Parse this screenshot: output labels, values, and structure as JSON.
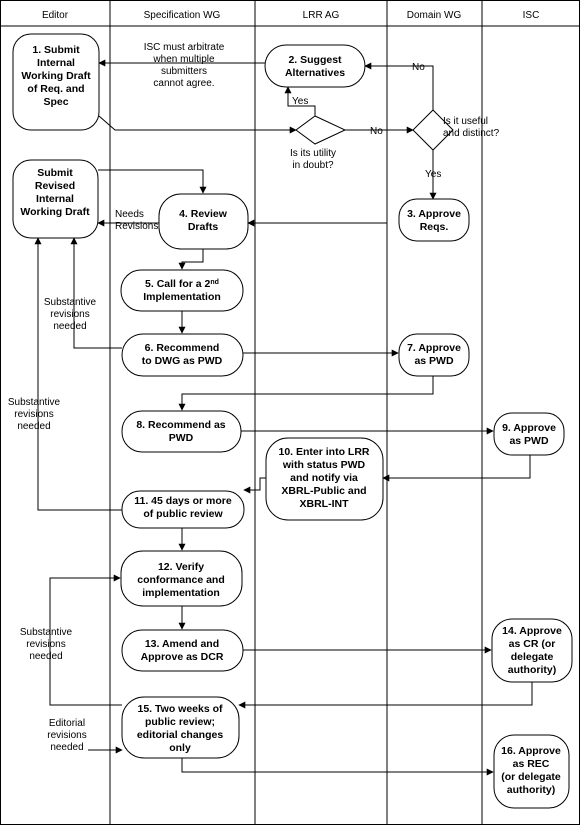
{
  "lanes": [
    "Editor",
    "Specification WG",
    "LRR AG",
    "Domain WG",
    "ISC"
  ],
  "steps": {
    "s1": [
      "1. Submit",
      "Internal",
      "Working Draft",
      "of Req. and",
      "Spec"
    ],
    "s2": [
      "2. Suggest",
      "Alternatives"
    ],
    "s3": [
      "3. Approve",
      "Reqs."
    ],
    "s4": [
      "4. Review",
      "Drafts"
    ],
    "s5": [
      "5. Call for a 2nd",
      "Implementation"
    ],
    "s6": [
      "6. Recommend",
      "to DWG as PWD"
    ],
    "s7": [
      "7. Approve",
      "as PWD"
    ],
    "s8": [
      "8. Recommend as",
      "PWD"
    ],
    "s9": [
      "9. Approve",
      "as PWD"
    ],
    "s10": [
      "10. Enter into LRR",
      "with status PWD",
      "and notify via",
      "XBRL-Public and",
      "XBRL-INT"
    ],
    "s11": [
      "11. 45 days or more",
      "of public review"
    ],
    "s12": [
      "12. Verify",
      "conformance and",
      "implementation"
    ],
    "s13": [
      "13.  Amend and",
      "Approve as DCR"
    ],
    "s14": [
      "14. Approve",
      "as CR (or",
      "delegate",
      "authority)"
    ],
    "s15": [
      "15. Two weeks of",
      "public review;",
      "editorial changes",
      "only"
    ],
    "s16": [
      "16. Approve",
      "as REC",
      "(or delegate",
      "authority)"
    ],
    "revised": [
      "Submit",
      "Revised",
      "Internal",
      "Working Draft"
    ]
  },
  "decisions": {
    "utility": [
      "Is its utility",
      "in doubt?"
    ],
    "useful": [
      "Is it useful",
      "and distinct?"
    ]
  },
  "notes": {
    "isc_arbitrate": [
      "ISC must arbitrate",
      "when multiple",
      "submitters",
      "cannot agree."
    ],
    "needs_revisions": [
      "Needs",
      "Revisions"
    ],
    "substantive_a": [
      "Substantive",
      "revisions",
      "needed"
    ],
    "substantive_b": [
      "Substantive",
      "revisions",
      "needed"
    ],
    "substantive_c": [
      "Substantive",
      "revisions",
      "needed"
    ],
    "editorial": [
      "Editorial",
      "revisions",
      "needed"
    ],
    "yes1": "Yes",
    "no1": "No",
    "no2": "No",
    "yes2": "Yes"
  }
}
